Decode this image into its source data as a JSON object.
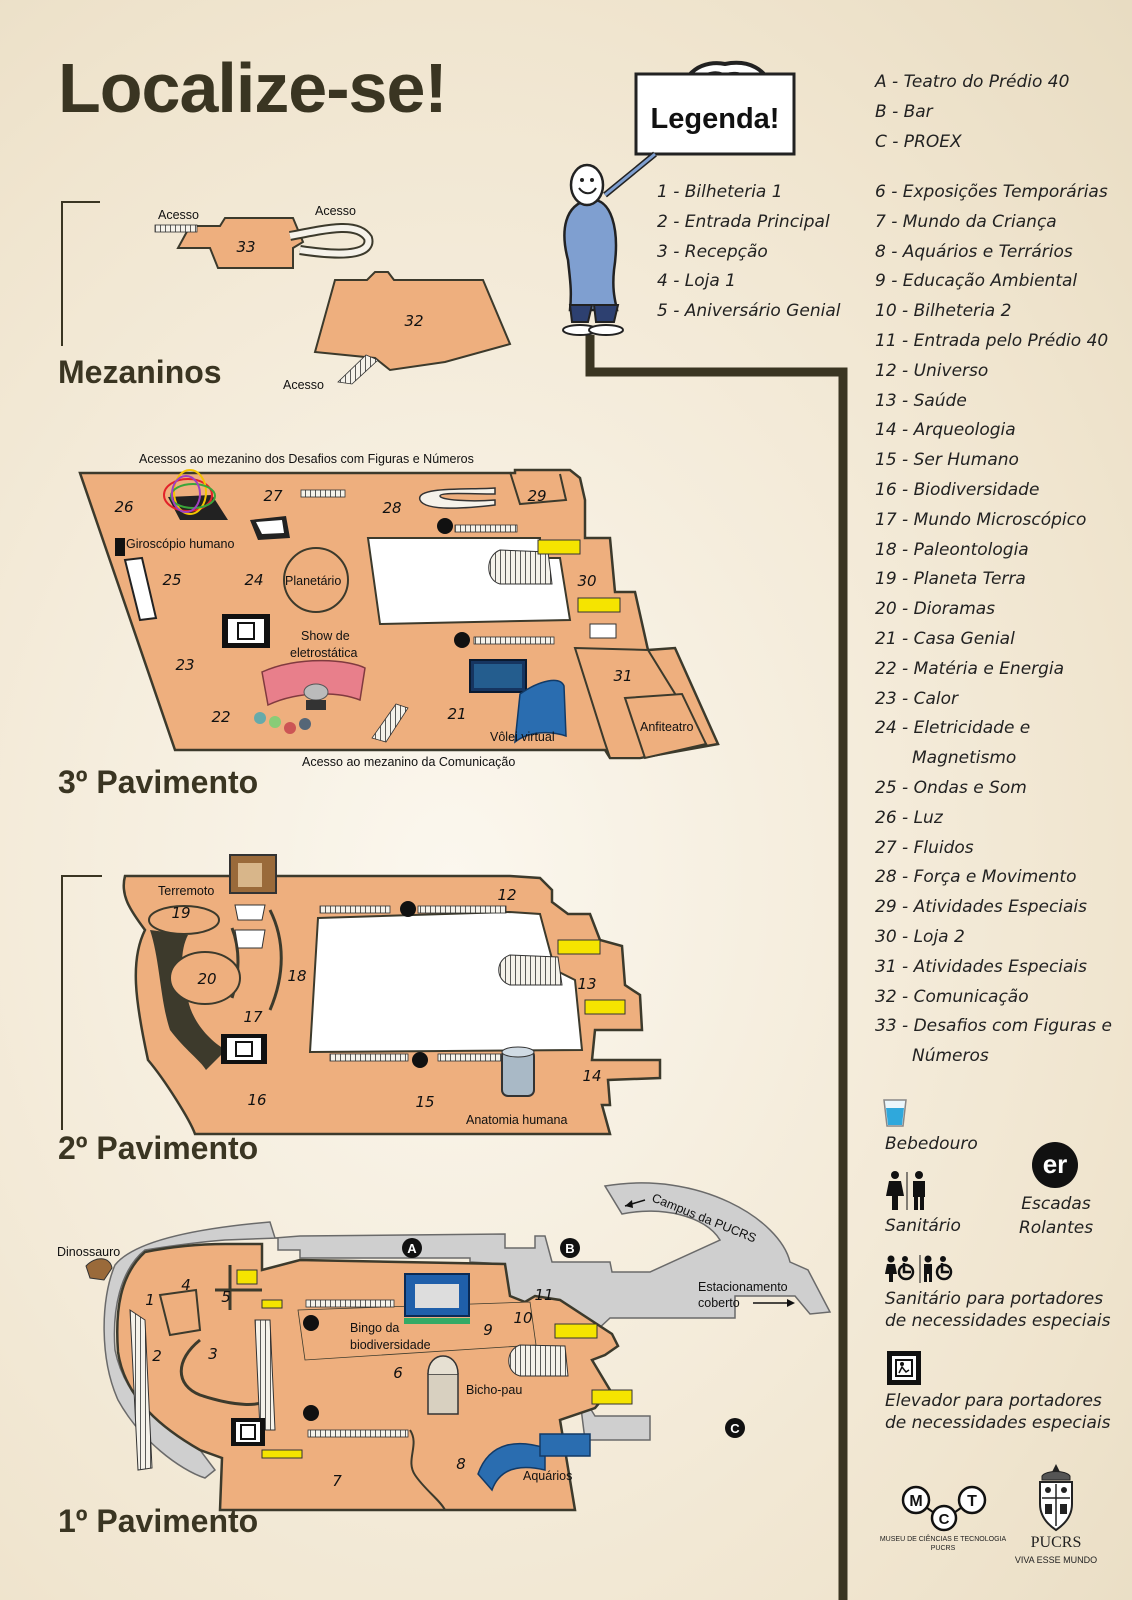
{
  "page": {
    "title": "Localize-se!"
  },
  "legend_sign": "Legenda!",
  "legend_letters": [
    "A - Teatro do Prédio 40",
    "B - Bar",
    "C - PROEX"
  ],
  "legend_left": [
    "1 - Bilheteria 1",
    "2 - Entrada Principal",
    "3 - Recepção",
    "4 - Loja 1",
    "5 - Aniversário Genial"
  ],
  "legend_right": [
    "6 - Exposições Temporárias",
    "7 - Mundo da Criança",
    "8 - Aquários e Terrários",
    "9 - Educação Ambiental",
    "10 - Bilheteria 2",
    "11 - Entrada pelo Prédio 40",
    "12 - Universo",
    "13 - Saúde",
    "14 - Arqueologia",
    "15 - Ser Humano",
    "16 - Biodiversidade",
    "17 - Mundo Microscópico",
    "18 - Paleontologia",
    "19 - Planeta Terra",
    "20 - Dioramas",
    "21 - Casa Genial",
    "22 - Matéria e Energia",
    "23 - Calor",
    "24 - Eletricidade e",
    "Magnetismo",
    "25 - Ondas e Som",
    "26 - Luz",
    "27 - Fluidos",
    "28 - Força e Movimento",
    "29 - Atividades Especiais",
    "30 - Loja 2",
    "31 - Atividades Especiais",
    "32 - Comunicação",
    "33 - Desafios com Figuras e",
    "Números"
  ],
  "symbols": {
    "water": "Bebedouro",
    "escalator_badge": "er",
    "escalator_line1": "Escadas",
    "escalator_line2": "Rolantes",
    "toilet": "Sanitário",
    "accessible_toilet_line1": "Sanitário para portadores",
    "accessible_toilet_line2": "de necessidades especiais",
    "elevator_line1": "Elevador para portadores",
    "elevator_line2": "de necessidades especiais"
  },
  "logos": {
    "mct_letters": [
      "M",
      "C",
      "T"
    ],
    "mct_line1": "MUSEU DE CIÊNCIAS E TECNOLOGIA",
    "mct_line2": "PUCRS",
    "pucrs_name": "PUCRS",
    "pucrs_slogan": "VIVA ESSE MUNDO"
  },
  "floors": {
    "mezz": {
      "title": "Mezaninos",
      "labels": [
        "Acesso",
        "Acesso",
        "Acesso"
      ],
      "numbers": [
        "33",
        "32"
      ]
    },
    "f3": {
      "title": "3º Pavimento",
      "top_note": "Acessos ao mezanino dos Desafios com Figuras e Números",
      "bottom_note": "Acesso ao mezanino da Comunicação",
      "labels": [
        "Giroscópio humano",
        "Planetário",
        "Show de",
        "eletrostática",
        "Vôlei virtual",
        "Anfiteatro"
      ],
      "numbers": [
        "26",
        "27",
        "28",
        "29",
        "25",
        "24",
        "30",
        "23",
        "31",
        "22",
        "21"
      ]
    },
    "f2": {
      "title": "2º Pavimento",
      "labels": [
        "Terremoto",
        "Anatomia humana"
      ],
      "numbers": [
        "19",
        "12",
        "18",
        "20",
        "13",
        "17",
        "14",
        "16",
        "15"
      ]
    },
    "f1": {
      "title": "1º Pavimento",
      "labels": [
        "Dinossauro",
        "Bingo da",
        "biodiversidade",
        "Bicho-pau",
        "Aquários",
        "Campus da PUCRS",
        "Estacionamento",
        "coberto"
      ],
      "markers": [
        "A",
        "B",
        "C"
      ],
      "numbers": [
        "4",
        "1",
        "5",
        "2",
        "3",
        "11",
        "10",
        "9",
        "6",
        "8",
        "7"
      ]
    }
  },
  "colors": {
    "floor": "#eeaf7e",
    "outline": "#3c3a2c",
    "corridor": "#cfcfcf",
    "yellow": "#f5e400",
    "title": "#3a3522"
  }
}
